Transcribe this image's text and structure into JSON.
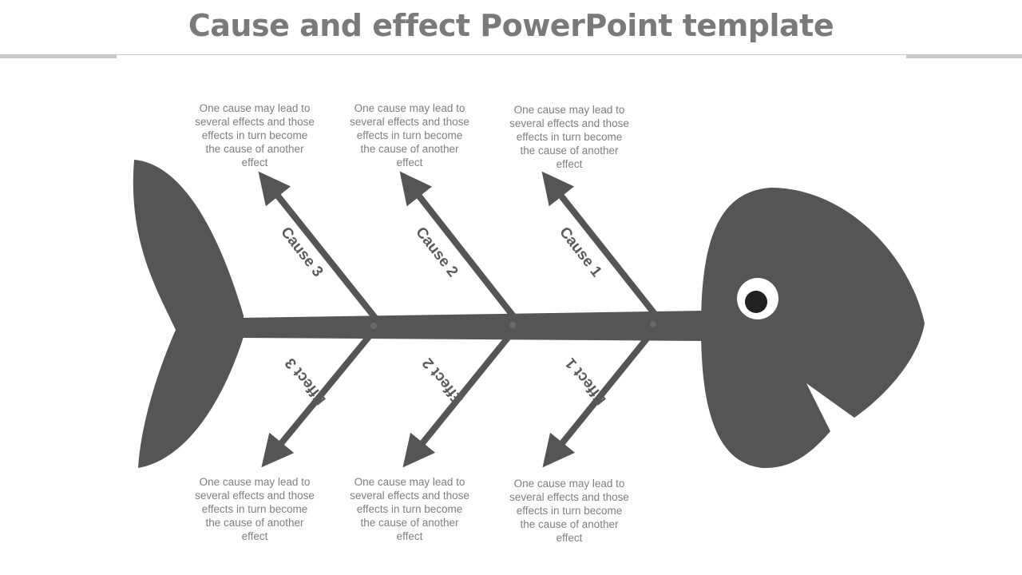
{
  "title": "Cause and effect PowerPoint template",
  "colors": {
    "fish": "#555555",
    "text": "#7f7f7f",
    "rule": "#c8c8c8"
  },
  "causes": [
    {
      "label": "Cause 1",
      "text": "One cause may lead to several effects and those effects in turn become the cause of another effect"
    },
    {
      "label": "Cause 2",
      "text": "One cause may lead to several effects and those effects in turn become the cause of another effect"
    },
    {
      "label": "Cause 3",
      "text": "One cause may lead to several effects and those effects in turn become the cause of another effect"
    }
  ],
  "effects": [
    {
      "label": "Effect 1",
      "text": "One cause may lead to several effects and those effects in turn become the cause of another effect"
    },
    {
      "label": "Effect 2",
      "text": "One cause may lead to several effects and those effects in turn become the cause of another effect"
    },
    {
      "label": "Effect 3",
      "text": "One cause may lead to several effects and those effects in turn become the cause of another effect"
    }
  ]
}
